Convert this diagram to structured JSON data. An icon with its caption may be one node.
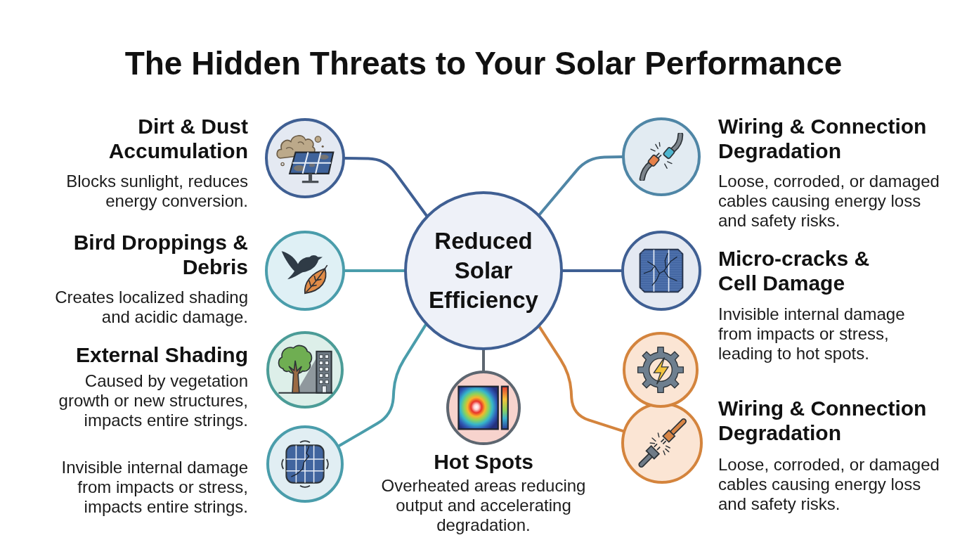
{
  "diagram": {
    "title": "The Hidden Threats to Your Solar Performance",
    "nodes": [
      {
        "text": [
          "Reduced Solar Efficiency"
        ]
      },
      {
        "text": [],
        "shape": "circle",
        "beside": [
          "Dirt & Dust Accumulation",
          "Blocks sunlight, reduces energy conversion."
        ]
      },
      {
        "text": [],
        "shape": "circle",
        "beside": [
          "Bird Droppings & Debris",
          "Creates localized shading and acidic damage."
        ]
      },
      {
        "text": [],
        "shape": "circle",
        "beside": [
          "External Shading",
          "Caused by vegetation growth or new structures, impacts entire strings."
        ]
      },
      {
        "text": [],
        "shape": "circle",
        "beside": [
          "Invisible internal damage from impacts or stress, impacts entire strings."
        ]
      },
      {
        "text": [],
        "shape": "circle",
        "beside": [
          "Hot Spots",
          "Overheated areas reducing output and accelerating degradation."
        ]
      },
      {
        "text": [],
        "shape": "circle",
        "beside": [
          "Wiring & Connection Degradation",
          "Loose, corroded, or damaged cables causing energy loss and safety risks."
        ]
      },
      {
        "text": [],
        "shape": "circle",
        "beside": [
          "Micro-cracks & Cell Damage",
          "Invisible internal damage from impacts or stress, leading to hot spots."
        ]
      },
      {
        "text": [],
        "shape": "circle"
      },
      {
        "text": [],
        "shape": "circle",
        "beside": [
          "Wiring & Connection Degradation",
          "Loose, corroded, or damaged cables causing energy loss and safety risks."
        ]
      }
    ],
    "edges": [
      {
        "from": 1,
        "to": 0,
        "arrow": "none",
        "color": "#3f5f93"
      },
      {
        "from": 2,
        "to": 0,
        "arrow": "none",
        "color": "#4a9dab"
      },
      {
        "from": 4,
        "to": 0,
        "arrow": "none",
        "color": "#4a9dab"
      },
      {
        "from": 5,
        "to": 0,
        "arrow": "none",
        "color": "#5d6670"
      },
      {
        "from": 6,
        "to": 0,
        "arrow": "none",
        "color": "#4f86a6"
      },
      {
        "from": 7,
        "to": 0,
        "arrow": "none",
        "color": "#3f5f93"
      },
      {
        "from": 9,
        "to": 0,
        "arrow": "none",
        "color": "#d4843d"
      }
    ]
  }
}
